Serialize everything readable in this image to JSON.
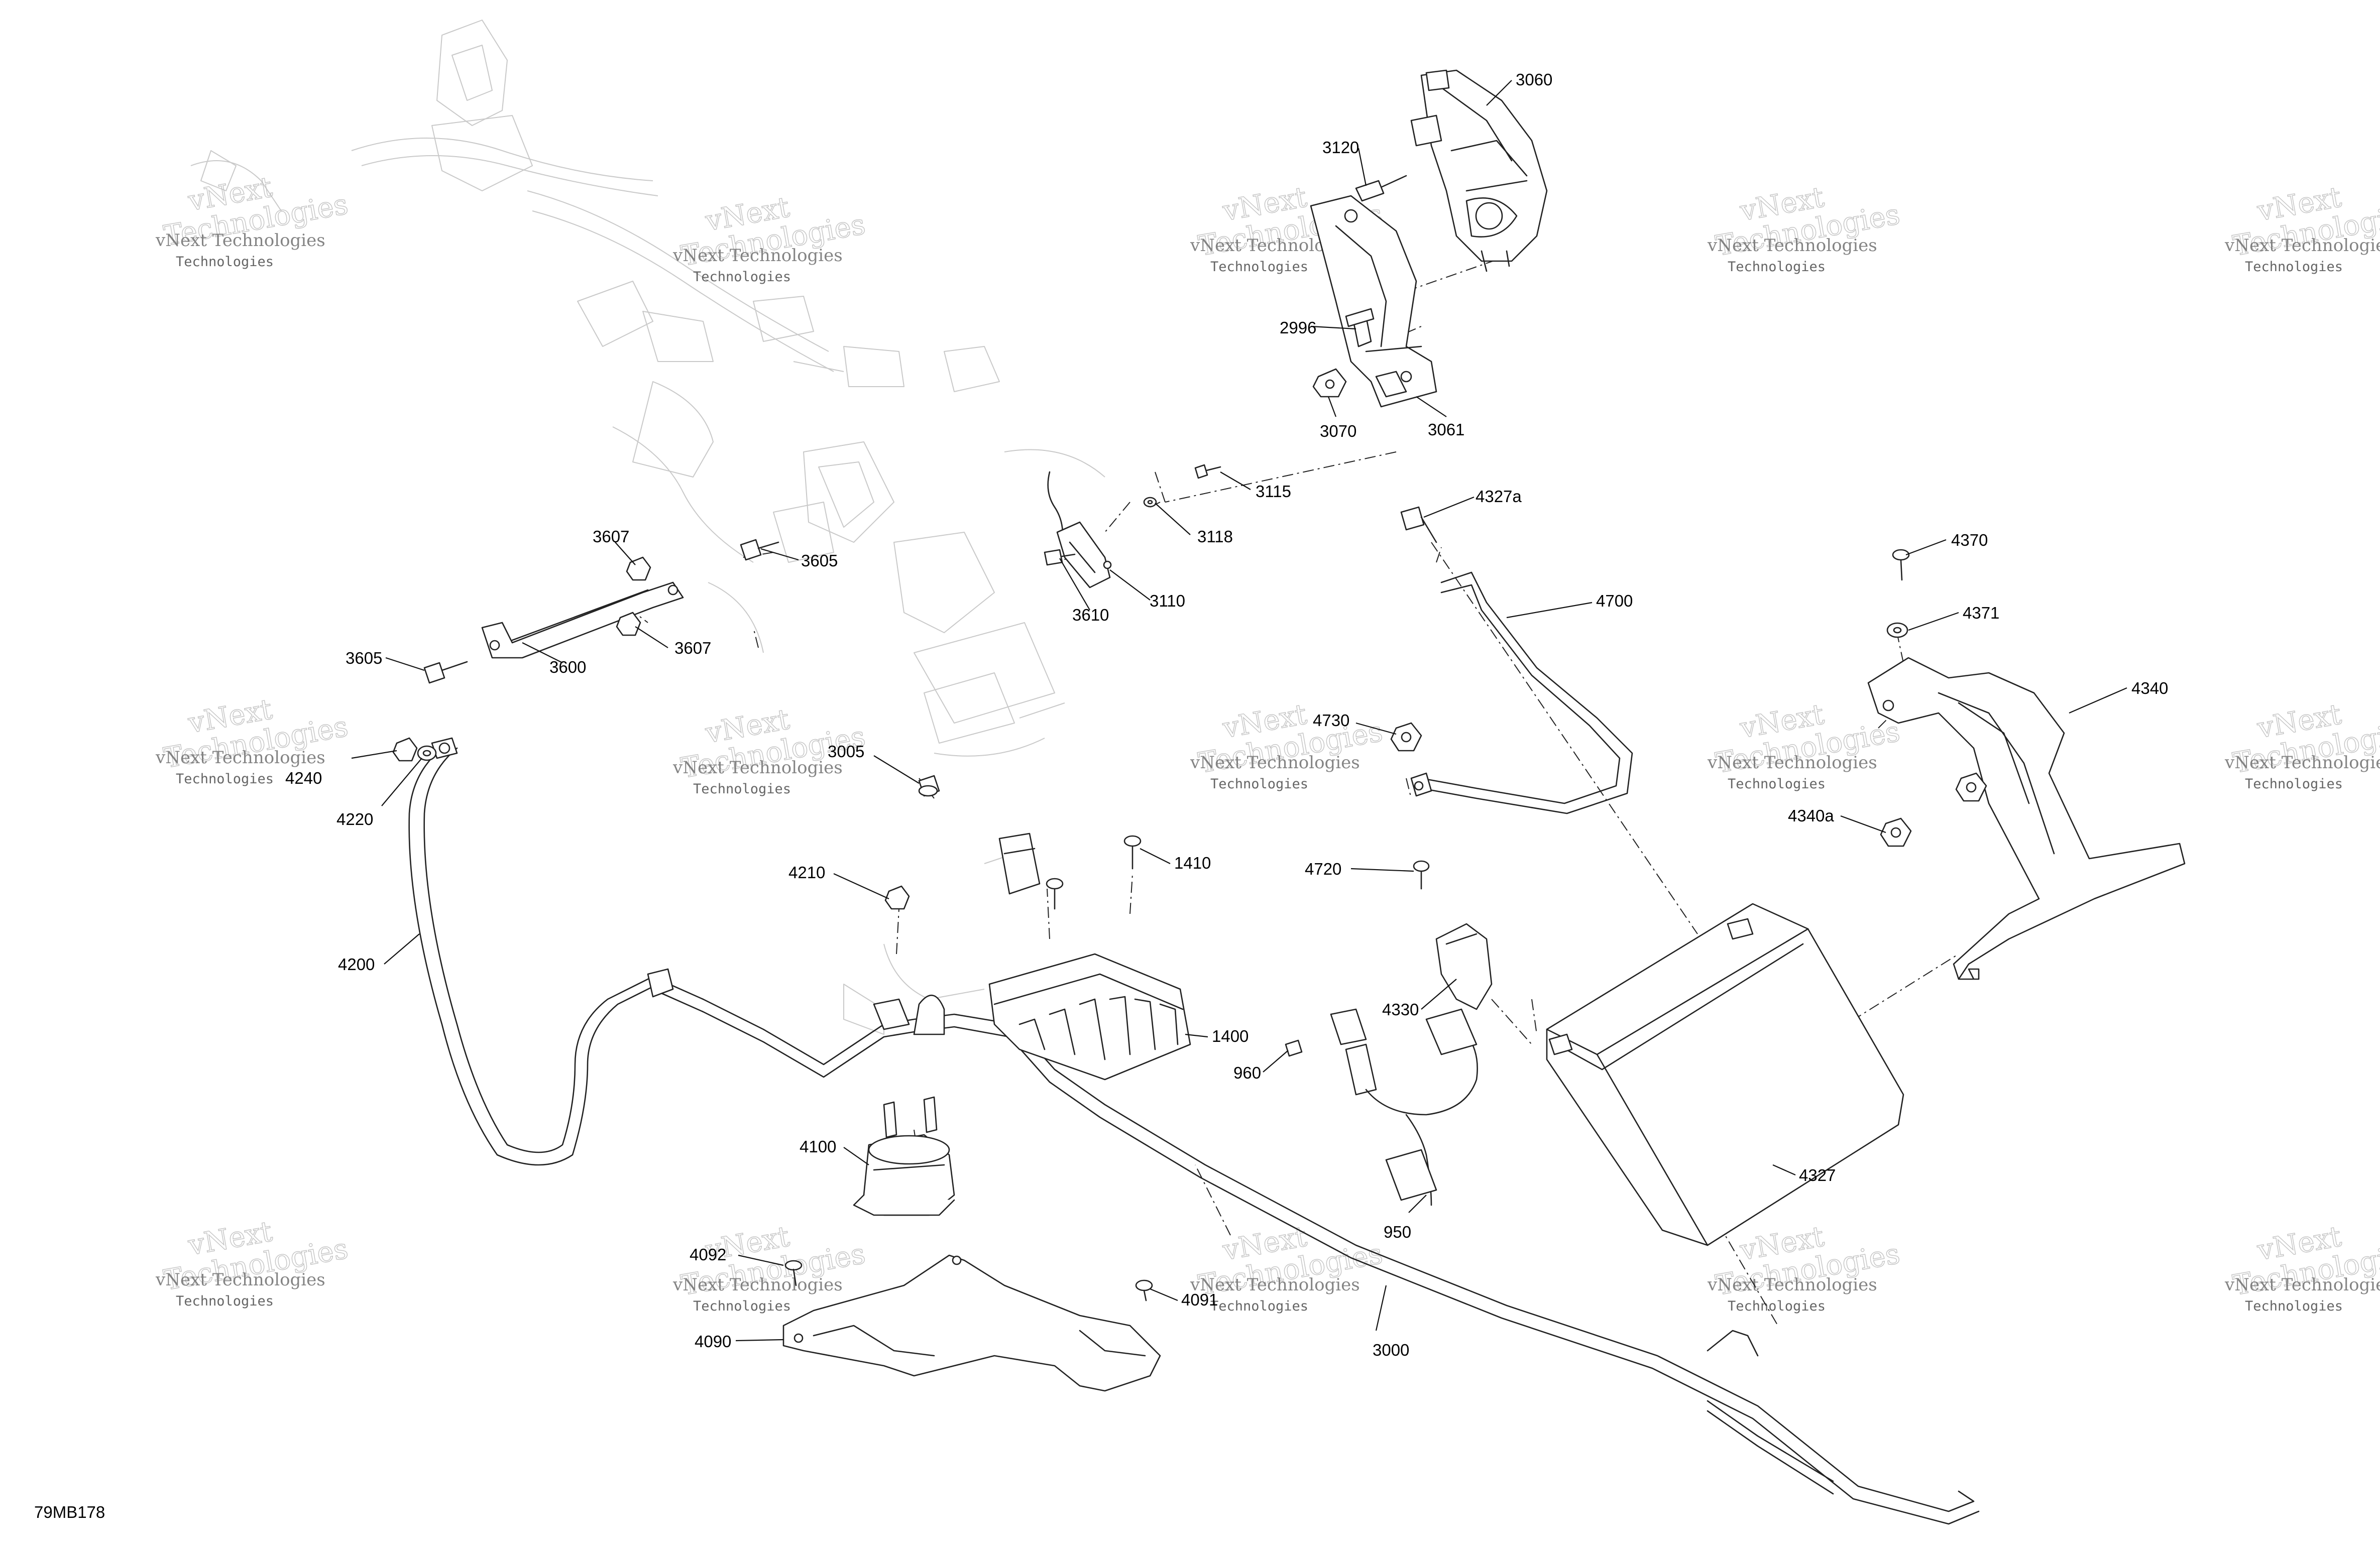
{
  "diagram_code": "79MB178",
  "watermark": {
    "line1": "vNext Technologies",
    "line2": "Technologies",
    "big_line1": "vNext",
    "big_line2": "Technologies"
  },
  "part_labels": [
    {
      "id": "3060",
      "text": "3060"
    },
    {
      "id": "3120",
      "text": "3120"
    },
    {
      "id": "2996",
      "text": "2996"
    },
    {
      "id": "3070",
      "text": "3070"
    },
    {
      "id": "3061",
      "text": "3061"
    },
    {
      "id": "3115",
      "text": "3115"
    },
    {
      "id": "3118",
      "text": "3118"
    },
    {
      "id": "3110",
      "text": "3110"
    },
    {
      "id": "3610",
      "text": "3610"
    },
    {
      "id": "3607a",
      "text": "3607"
    },
    {
      "id": "3605a",
      "text": "3605"
    },
    {
      "id": "3605b",
      "text": "3605"
    },
    {
      "id": "3600",
      "text": "3600"
    },
    {
      "id": "3607b",
      "text": "3607"
    },
    {
      "id": "4327a",
      "text": "4327a"
    },
    {
      "id": "4700",
      "text": "4700"
    },
    {
      "id": "4370",
      "text": "4370"
    },
    {
      "id": "4371",
      "text": "4371"
    },
    {
      "id": "4340",
      "text": "4340"
    },
    {
      "id": "4340a",
      "text": "4340a"
    },
    {
      "id": "4730",
      "text": "4730"
    },
    {
      "id": "4720",
      "text": "4720"
    },
    {
      "id": "3005",
      "text": "3005"
    },
    {
      "id": "4240",
      "text": "4240"
    },
    {
      "id": "4220",
      "text": "4220"
    },
    {
      "id": "4210",
      "text": "4210"
    },
    {
      "id": "1410",
      "text": "1410"
    },
    {
      "id": "4200",
      "text": "4200"
    },
    {
      "id": "4330",
      "text": "4330"
    },
    {
      "id": "1400",
      "text": "1400"
    },
    {
      "id": "960",
      "text": "960"
    },
    {
      "id": "4100",
      "text": "4100"
    },
    {
      "id": "950",
      "text": "950"
    },
    {
      "id": "4327",
      "text": "4327"
    },
    {
      "id": "4092",
      "text": "4092"
    },
    {
      "id": "4091",
      "text": "4091"
    },
    {
      "id": "4090",
      "text": "4090"
    },
    {
      "id": "3000",
      "text": "3000"
    }
  ]
}
